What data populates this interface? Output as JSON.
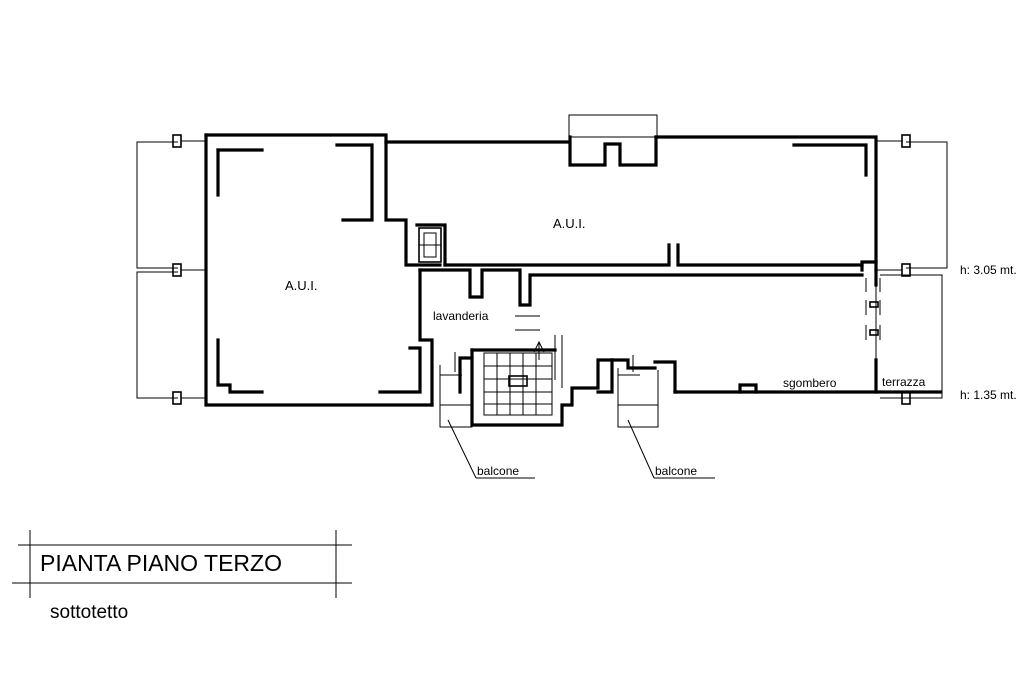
{
  "title": "PIANTA PIANO TERZO",
  "subtitle": "sottotetto",
  "rooms": {
    "aui_left": "A.U.I.",
    "aui_right": "A.U.I.",
    "lavanderia": "lavanderia",
    "sgombero": "sgombero",
    "terrazza": "terrazza"
  },
  "balconies": {
    "left": "balcone",
    "right": "balcone"
  },
  "heights": {
    "upper": "h: 3.05 mt.",
    "lower": "h: 1.35 mt."
  }
}
